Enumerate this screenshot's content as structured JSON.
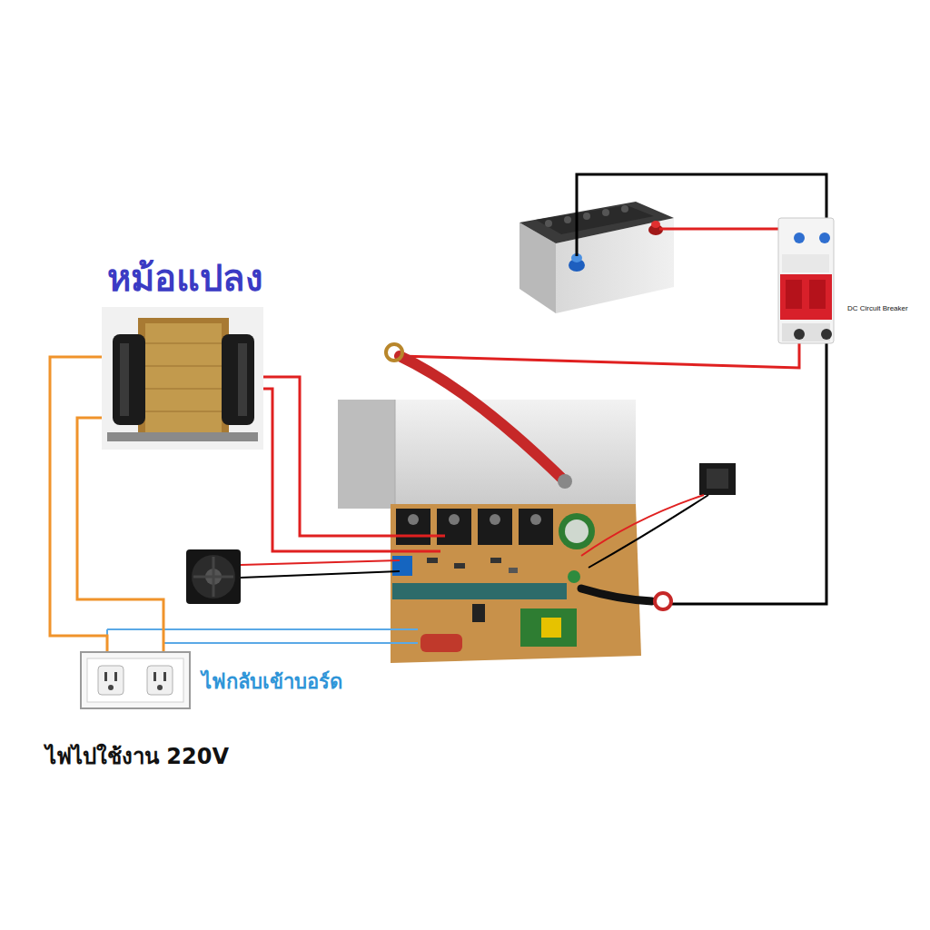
{
  "diagram": {
    "nodes": [
      {
        "text": [
          "หม้อแปลง"
        ]
      },
      {
        "text": [
          "DC Circuit Breaker"
        ]
      },
      {
        "text": [
          "ไฟไปใช้งาน 220V"
        ]
      }
    ],
    "edges": [
      {
        "from": 0,
        "to": 2,
        "arrow": "none"
      }
    ],
    "labels": [
      "ไฟกลับเข้าบอร์ด"
    ]
  }
}
